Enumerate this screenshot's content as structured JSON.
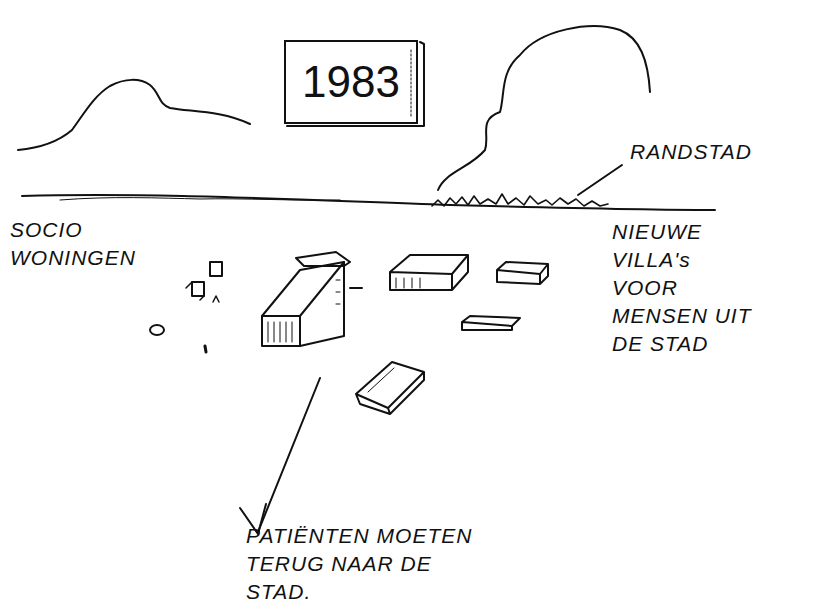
{
  "diagram": {
    "nodes": [
      {
        "text": [
          "1983"
        ]
      }
    ],
    "labels": [
      "RANDSTAD",
      "SOCIO WONINGEN",
      "NIEUWE VILLA's VOOR MENSEN UIT DE STAD",
      "PATIËNTEN MOETEN TERUG NAAR DE STAD."
    ]
  }
}
